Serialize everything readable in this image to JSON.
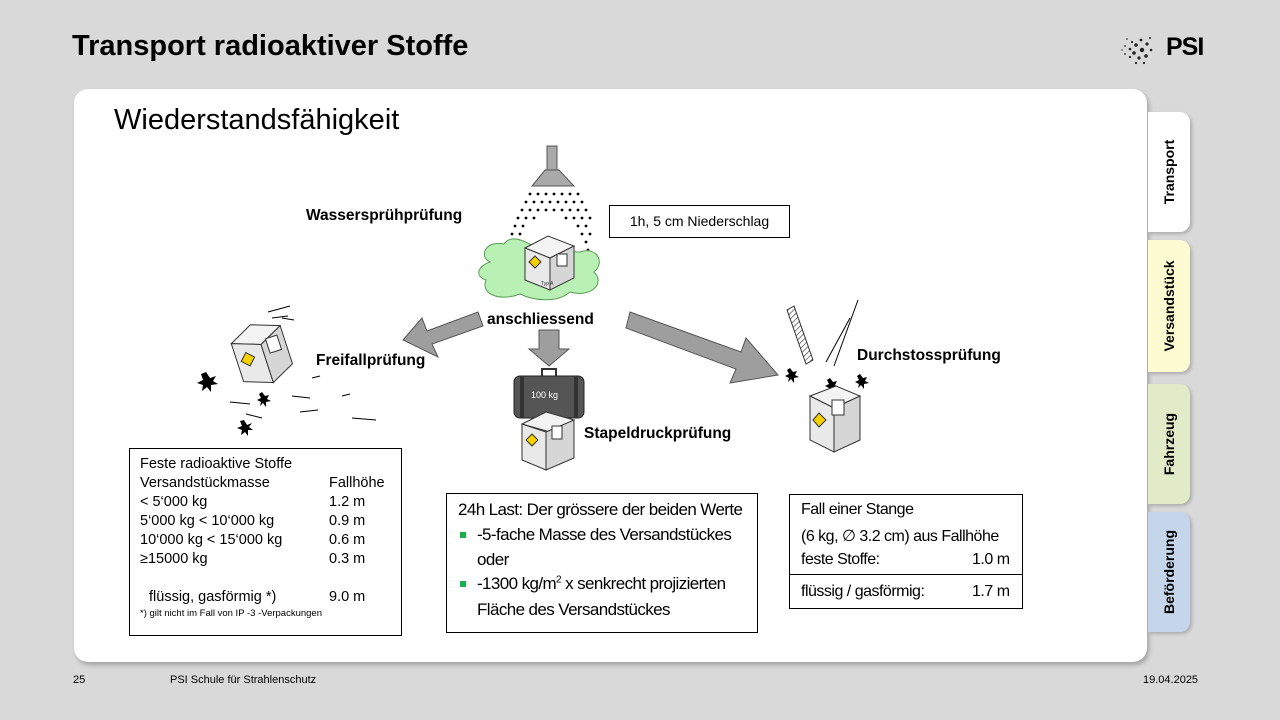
{
  "header": {
    "title": "Transport radioaktiver Stoffe",
    "logo_text": "PSI"
  },
  "slide": {
    "subtitle": "Wiederstandsfähigkeit",
    "labels": {
      "water_spray": "Wassersprühprüfung",
      "rain_note": "1h, 5 cm Niederschlag",
      "afterwards": "anschliessend",
      "free_fall": "Freifallprüfung",
      "stack": "Stapeldruckprüfung",
      "pierce": "Durchstossprüfung",
      "weight": "100 kg",
      "package_type": "Typ A"
    },
    "drop_table": {
      "heading": "Feste radioaktive Stoffe",
      "col1": "Versandstückmasse",
      "col2": "Fallhöhe",
      "rows": [
        {
          "mass": "< 5‘000 kg",
          "height": "1.2 m"
        },
        {
          "mass": "5‘000 kg < 10‘000 kg",
          "height": "0.9 m"
        },
        {
          "mass": "10‘000 kg < 15‘000 kg",
          "height": "0.6 m"
        },
        {
          "mass": "≥15000 kg",
          "height": "0.3 m"
        }
      ],
      "liquid_label": "flüssig, gasförmig *)",
      "liquid_height": "9.0 m",
      "footnote": "*)  gilt nicht im Fall von IP -3 -Verpackungen"
    },
    "stack_box": {
      "intro": "24h Last: Der grössere der beiden Werte",
      "bullet1_line1": "-5-fache Masse des Versandstückes",
      "bullet1_line2": "oder",
      "bullet2_line1_pre": "-1300 kg/m",
      "bullet2_sup": "2",
      "bullet2_line1_post": " x senkrecht projizierten",
      "bullet2_line2": "Fläche des Versandstückes"
    },
    "pierce_box": {
      "line1": "Fall einer Stange",
      "line2": "(6 kg, ∅ 3.2 cm) aus Fallhöhe",
      "solid_label": "feste Stoffe:",
      "solid_value": "1.0 m",
      "liquid_label": "flüssig / gasförmig:",
      "liquid_value": "1.7 m"
    }
  },
  "tabs": [
    {
      "label": "Transport",
      "color": "#ffffff"
    },
    {
      "label": "Versandstück",
      "color": "#fdfbd2"
    },
    {
      "label": "Fahrzeug",
      "color": "#e1ebc8"
    },
    {
      "label": "Beförderung",
      "color": "#c6d6ea"
    }
  ],
  "footer": {
    "page": "25",
    "school": "PSI Schule für Strahlenschutz",
    "date": "19.04.2025"
  },
  "colors": {
    "background": "#d9d9d9",
    "puddle": "#b9f0b4",
    "bullet": "#17b04a",
    "arrow": "#9e9e9e"
  }
}
